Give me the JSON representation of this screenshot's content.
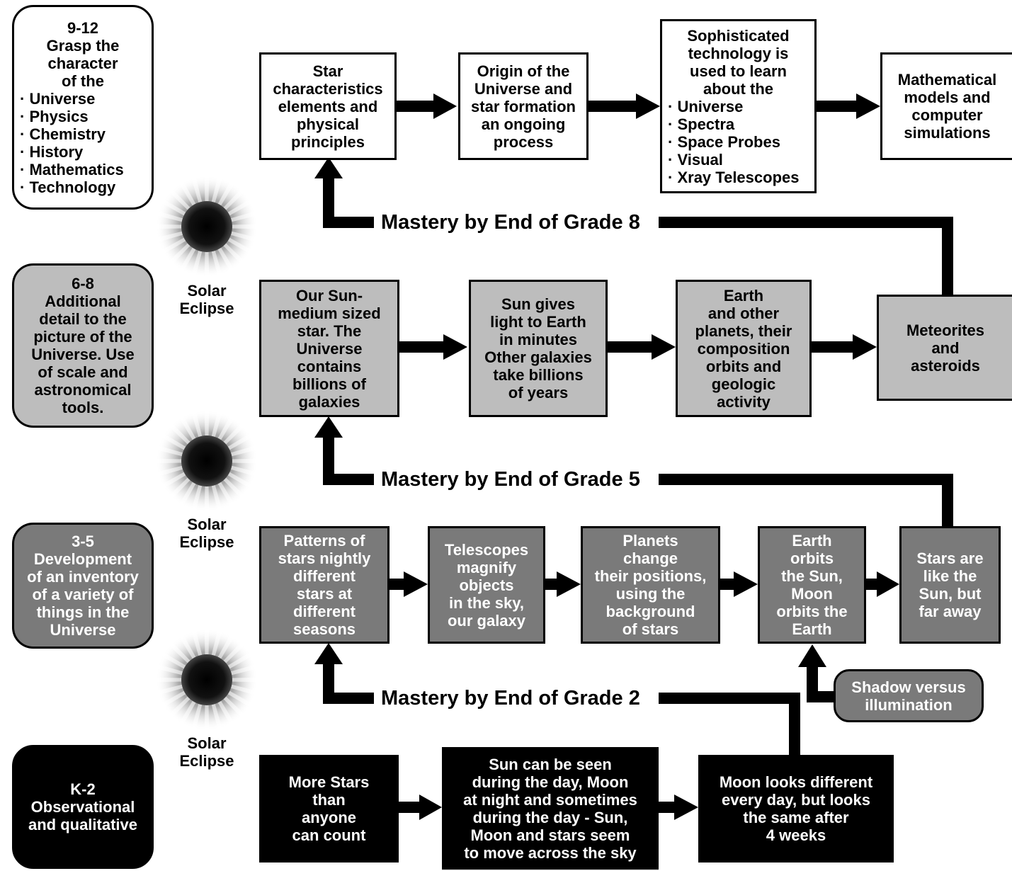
{
  "grades": {
    "g9_12": {
      "title": "9-12",
      "lines": [
        "Grasp the",
        "character",
        "of the"
      ],
      "bullets": [
        "Universe",
        "Physics",
        "Chemistry",
        "History",
        "Mathematics",
        "Technology"
      ]
    },
    "g6_8": {
      "title": "6-8",
      "lines": [
        "Additional",
        "detail to the",
        "picture of the",
        "Universe. Use",
        "of scale and",
        "astronomical",
        "tools."
      ]
    },
    "g3_5": {
      "title": "3-5",
      "lines": [
        "Development",
        "of an inventory",
        "of a variety of",
        "things in the",
        "Universe"
      ]
    },
    "gk_2": {
      "title": "K-2",
      "lines": [
        "Observational",
        "and qualitative"
      ]
    }
  },
  "eclipse_label": [
    "Solar",
    "Eclipse"
  ],
  "mastery": {
    "grade8": "Mastery by End of Grade 8",
    "grade5": "Mastery by End of Grade 5",
    "grade2": "Mastery by End of Grade 2"
  },
  "row_9_12": [
    {
      "lines": [
        "Star",
        "characteristics",
        "elements and",
        "physical",
        "principles"
      ]
    },
    {
      "lines": [
        "Origin of the",
        "Universe and",
        "star formation",
        "an ongoing",
        "process"
      ]
    },
    {
      "lines": [
        "Sophisticated",
        "technology is",
        "used to learn",
        "about the"
      ],
      "bullets": [
        "Universe",
        "Spectra",
        "Space Probes",
        "Visual",
        "Xray Telescopes"
      ]
    },
    {
      "lines": [
        "Mathematical",
        "models and",
        "computer",
        "simulations"
      ]
    }
  ],
  "row_6_8": [
    {
      "lines": [
        "Our Sun-",
        "medium sized",
        "star. The",
        "Universe",
        "contains",
        "billions of",
        "galaxies"
      ]
    },
    {
      "lines": [
        "Sun gives",
        "light to Earth",
        "in minutes",
        "Other galaxies",
        "take billions",
        "of years"
      ]
    },
    {
      "lines": [
        "Earth",
        "and other",
        "planets, their",
        "composition",
        "orbits and",
        "geologic",
        "activity"
      ]
    },
    {
      "lines": [
        "Meteorites",
        "and",
        "asteroids"
      ]
    }
  ],
  "row_3_5": [
    {
      "lines": [
        "Patterns of",
        "stars nightly",
        "different",
        "stars at",
        "different",
        "seasons"
      ]
    },
    {
      "lines": [
        "Telescopes",
        "magnify",
        "objects",
        "in the sky,",
        "our galaxy"
      ]
    },
    {
      "lines": [
        "Planets",
        "change",
        "their positions,",
        "using the",
        "background",
        "of stars"
      ]
    },
    {
      "lines": [
        "Earth",
        "orbits",
        "the Sun,",
        "Moon",
        "orbits the",
        "Earth"
      ]
    },
    {
      "lines": [
        "Stars are",
        "like the",
        "Sun, but",
        "far away"
      ]
    }
  ],
  "shadow_box": {
    "lines": [
      "Shadow versus",
      "illumination"
    ]
  },
  "row_k_2": [
    {
      "lines": [
        "More Stars",
        "than",
        "anyone",
        "can count"
      ]
    },
    {
      "lines": [
        "Sun can be seen",
        "during the day, Moon",
        "at night and sometimes",
        "during the day - Sun,",
        "Moon and stars seem",
        "to move across the sky"
      ]
    },
    {
      "lines": [
        "Moon looks different",
        "every day, but looks",
        "the same after",
        "4 weeks"
      ]
    }
  ],
  "colors": {
    "white": "#ffffff",
    "light_gray": "#bdbdbd",
    "dark_gray": "#7a7a7a",
    "black": "#000000"
  }
}
